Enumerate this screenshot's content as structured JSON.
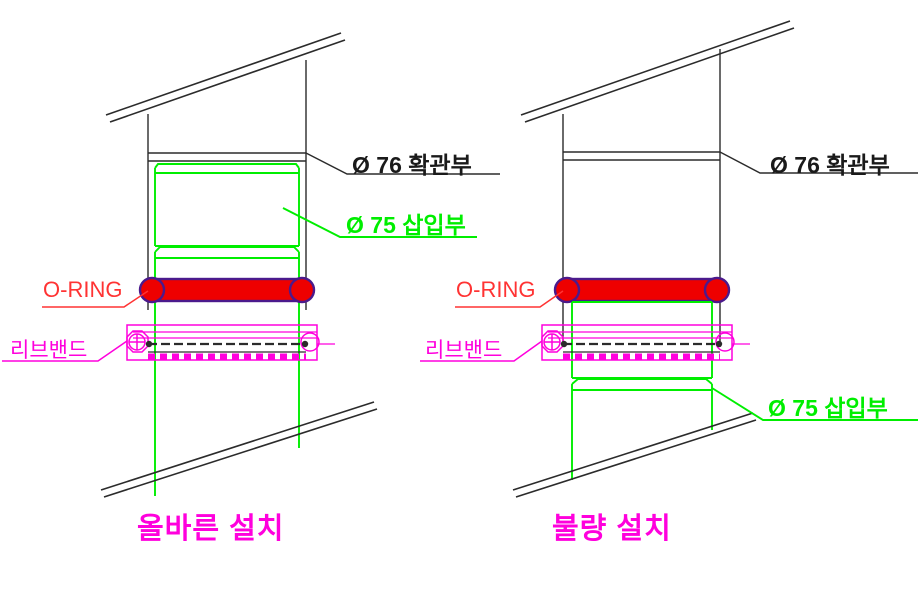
{
  "diagram": {
    "title_omitted": "",
    "colors": {
      "outline_black": "#222222",
      "insert_green": "#00ee00",
      "oring_fill": "#ee0000",
      "oring_outline": "#4b1a8c",
      "ribband_magenta": "#ff00dd",
      "oring_label_red": "#ff3333",
      "caption_magenta": "#ff00dd"
    },
    "panels": [
      {
        "id": "correct",
        "caption": "올바른 설치",
        "labels": {
          "socket": "Ø 76 확관부",
          "insert": "Ø 75 삽입부",
          "oring": "O-RING",
          "ribband": "리브밴드"
        }
      },
      {
        "id": "defective",
        "caption": "불량 설치",
        "labels": {
          "socket": "Ø 76 확관부",
          "insert": "Ø 75 삽입부",
          "oring": "O-RING",
          "ribband": "리브밴드"
        }
      }
    ]
  }
}
